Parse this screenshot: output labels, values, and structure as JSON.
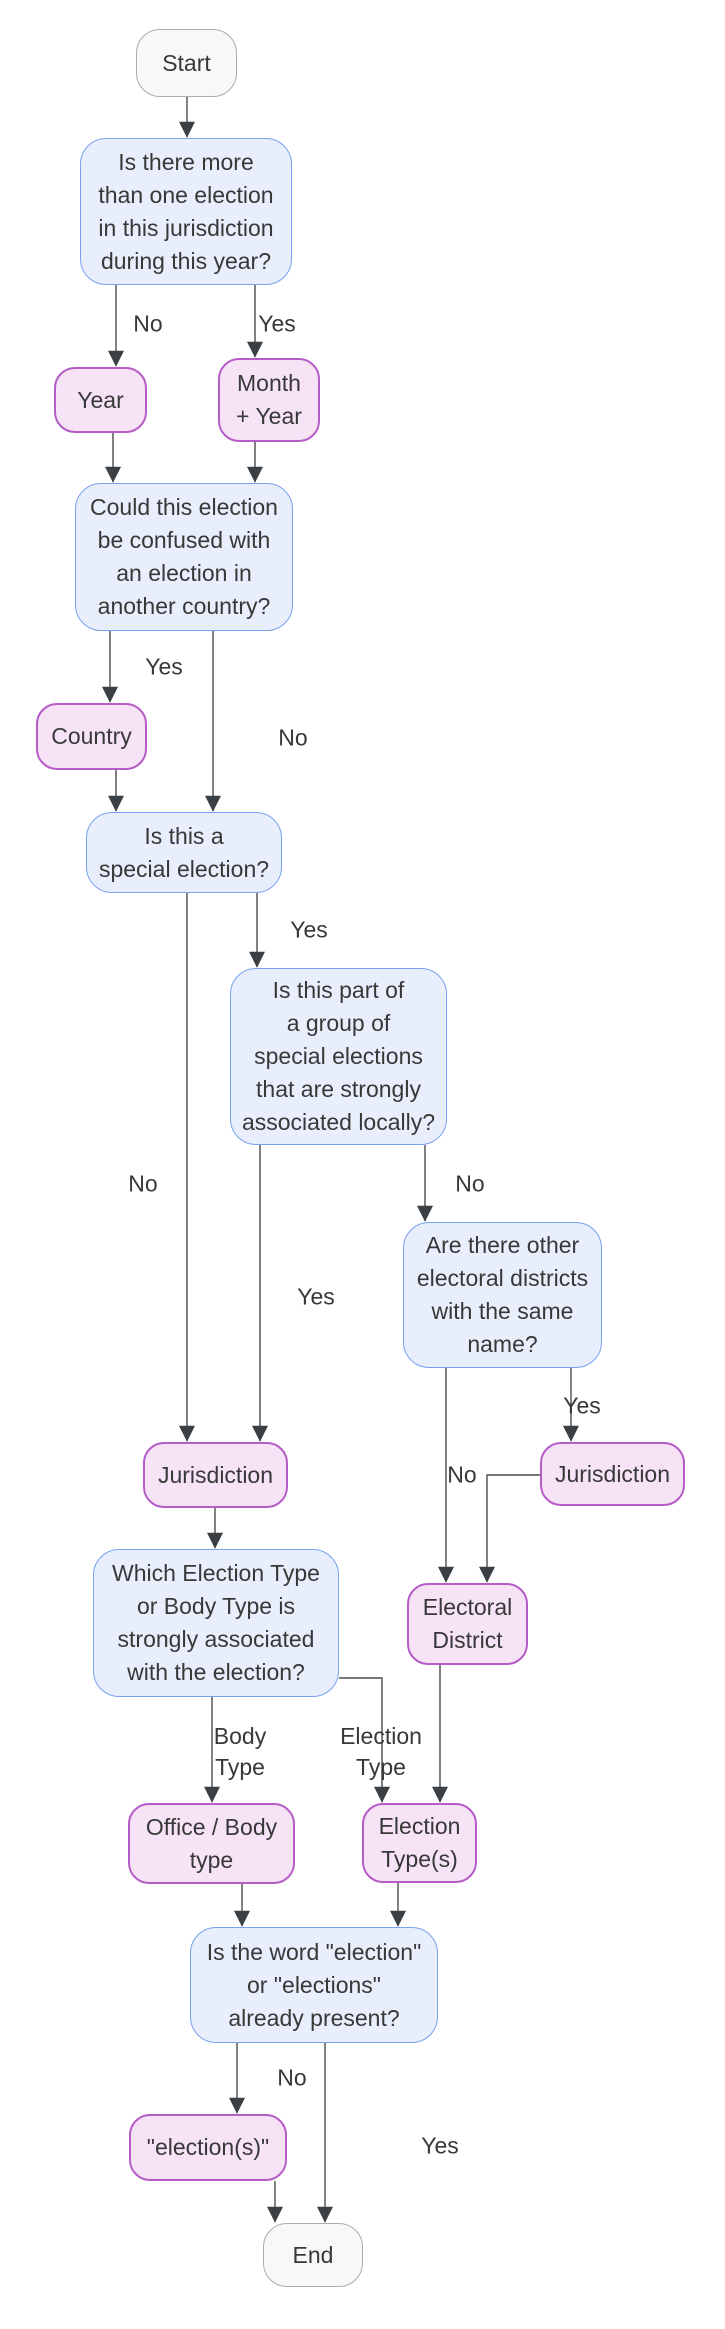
{
  "diagram": {
    "type": "flowchart",
    "nodes": {
      "start": {
        "label": "Start"
      },
      "q1": {
        "label": "Is there more\nthan one election\nin this jurisdiction\nduring this year?"
      },
      "year": {
        "label": "Year"
      },
      "month_year": {
        "label": "Month\n+ Year"
      },
      "q2": {
        "label": "Could this election\nbe confused with\nan election in\nanother country?"
      },
      "country": {
        "label": "Country"
      },
      "q3": {
        "label": "Is this a\nspecial election?"
      },
      "q4": {
        "label": "Is this part of\na group of\nspecial elections\nthat are strongly\nassociated locally?"
      },
      "q5": {
        "label": "Are there other\nelectoral districts\nwith the same\nname?"
      },
      "jurisdiction_1": {
        "label": "Jurisdiction"
      },
      "jurisdiction_2": {
        "label": "Jurisdiction"
      },
      "electoral_district": {
        "label": "Electoral\nDistrict"
      },
      "q6": {
        "label": "Which Election Type\nor Body Type is\nstrongly associated\nwith the election?"
      },
      "office_body": {
        "label": "Office / Body\ntype"
      },
      "election_types": {
        "label": "Election\nType(s)"
      },
      "q7": {
        "label": "Is the word \"election\"\nor \"elections\"\nalready present?"
      },
      "elections_word": {
        "label": "\"election(s)\""
      },
      "end": {
        "label": "End"
      }
    },
    "edge_labels": {
      "q1_no": "No",
      "q1_yes": "Yes",
      "q2_yes": "Yes",
      "q2_no": "No",
      "q3_no": "No",
      "q3_yes": "Yes",
      "q4_yes": "Yes",
      "q4_no": "No",
      "q5_no": "No",
      "q5_yes": "Yes",
      "q6_body_type": "Body\nType",
      "q6_election_type": "Election\nType",
      "q7_no": "No",
      "q7_yes": "Yes"
    },
    "colors": {
      "question_fill": "#E8EEFB",
      "question_border": "#79A1EF",
      "result_fill": "#F6E3F6",
      "result_border": "#B55CC7",
      "terminal_fill": "#F8F8F8",
      "terminal_border": "#ACACAC",
      "edge_line": "#4B4B4B",
      "arrow_head": "#3B4045",
      "text": "#383838"
    }
  }
}
